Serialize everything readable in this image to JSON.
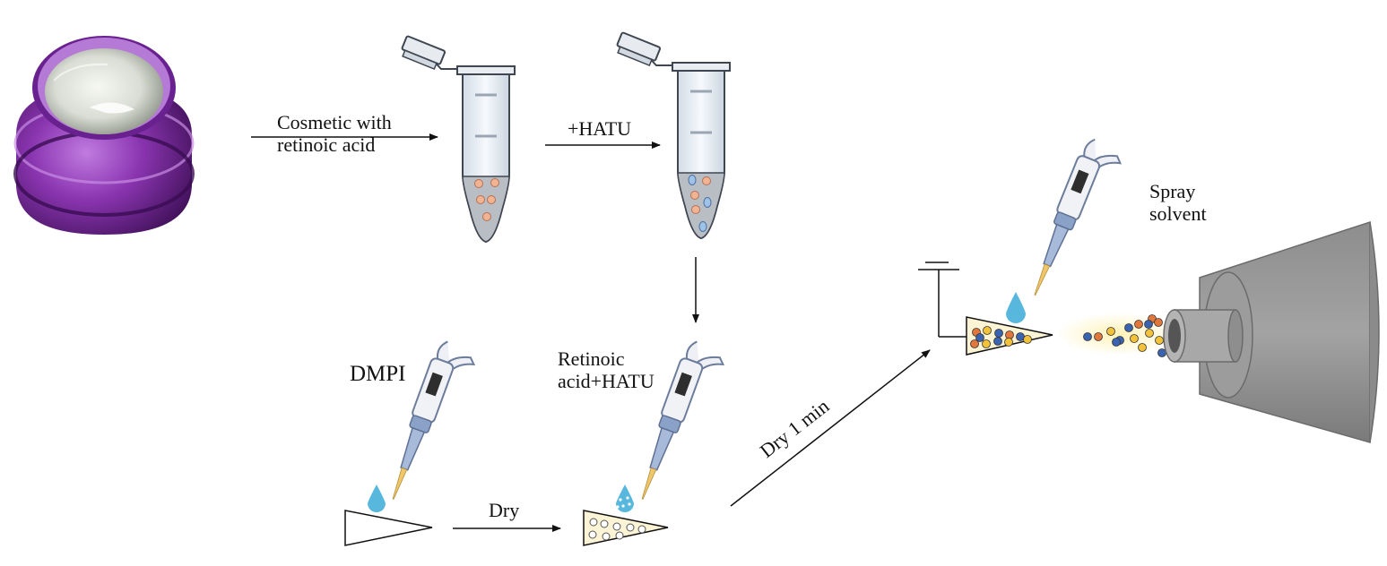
{
  "labels": {
    "step1_line1": "Cosmetic with",
    "step1_line2": "retinoic acid",
    "step2": "+HATU",
    "dmpi": "DMPI",
    "step3_line1": "Retinoic",
    "step3_line2": "acid+HATU",
    "dry": "Dry",
    "dry_1min": "Dry 1 min",
    "spray_line1": "Spray",
    "spray_line2": "solvent"
  },
  "colors": {
    "jar_purple": "#7a2a9a",
    "cream": "#d9ddd4",
    "tube_liquid": "#b9bdc4",
    "particle_orange": "#f0b494",
    "particle_blue": "#9fc3e6",
    "droplet": "#58b7dd",
    "plate_fill": "#fdf4d5",
    "pipette_body": "#f1f2f6",
    "pipette_accent": "#8aa2c8",
    "ms_inlet": "#9c9c9c",
    "spray_glow": "#fff2b8",
    "ion_orange": "#e2773d",
    "ion_blue": "#3a63b0",
    "ion_yellow": "#f2c23a"
  },
  "icons": [
    "cosmetic-jar-icon",
    "microcentrifuge-tube-icon",
    "pipette-icon",
    "paper-triangle-icon",
    "mass-spectrometer-inlet-icon"
  ]
}
